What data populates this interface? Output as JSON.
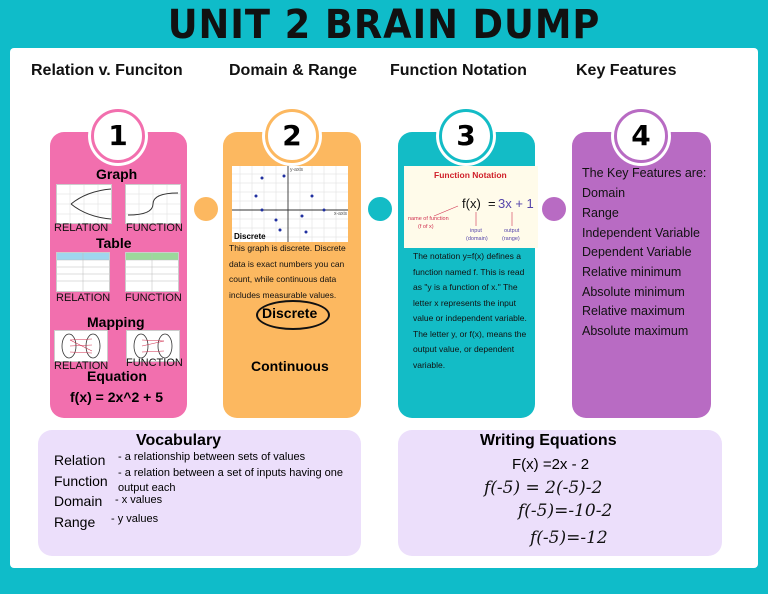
{
  "title": "UNIT 2 BRAIN DUMP",
  "columns": [
    "Relation v. Funciton",
    "Domain & Range",
    "Function Notation",
    "Key Features"
  ],
  "numbers": [
    "1",
    "2",
    "3",
    "4"
  ],
  "colors": {
    "pink": "#f26fae",
    "orange": "#fcb860",
    "teal": "#13bcc6",
    "purple": "#b86bc3",
    "lavender": "#ecdffb",
    "background": "#0fbcc9"
  },
  "card1": {
    "graph_label": "Graph",
    "table_label": "Table",
    "mapping_label": "Mapping",
    "equation_label": "Equation",
    "relation": "RELATION",
    "function": "FUNCTION",
    "equation": "f(x) = 2x^2 + 5"
  },
  "card2": {
    "graph_caption": "Discrete",
    "y_axis": "y-axis",
    "x_axis": "x-axis",
    "description": "This graph is discrete. Discrete data is exact numbers you can count, while continuous data includes measurable values.",
    "discrete": "Discrete",
    "continuous": "Continuous"
  },
  "card3": {
    "image_title": "Function Notation",
    "f_of_x": "f(x)",
    "equals": "=",
    "rhs": "3x + 1",
    "name_of_function": "name of function",
    "f_of_x_note": "(f of x)",
    "input": "input",
    "input_note": "(domain)",
    "output": "output",
    "output_note": "(range)",
    "description": "The notation y=f(x) defines a function named f. This is read as \"y is a function of x.\" The letter x represents the input value or independent variable. The letter y, or f(x), means the output value, or dependent variable."
  },
  "card4": {
    "intro": "The Key Features are:",
    "items": [
      "Domain",
      "Range",
      "Independent Variable",
      "Dependent Variable",
      "Relative minimum",
      "Absolute minimum",
      "Relative maximum",
      "Absolute maximum"
    ]
  },
  "vocabulary": {
    "title": "Vocabulary",
    "terms": [
      {
        "term": "Relation",
        "def": "- a relationship between sets of values"
      },
      {
        "term": "Function",
        "def": "- a relation between a set of inputs having one output each"
      },
      {
        "term": "Domain",
        "def": "- x values"
      },
      {
        "term": "Range",
        "def": "- y values"
      }
    ]
  },
  "writing": {
    "title": "Writing Equations",
    "typed": "F(x) =2x - 2",
    "steps": [
      "f(-5) = 2(-5)-2",
      "f(-5)=-10-2",
      "f(-5)=-12"
    ]
  }
}
